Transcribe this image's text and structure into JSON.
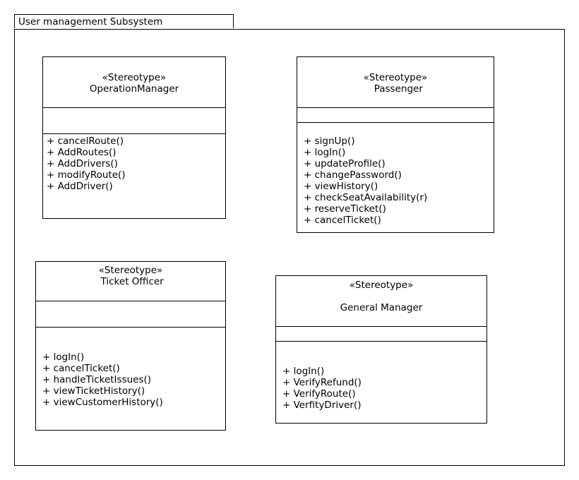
{
  "package": {
    "title": "User management Subsystem"
  },
  "classes": [
    {
      "stereotype": "«Stereotype»",
      "name": "OperationManager",
      "operations": [
        "+ cancelRoute()",
        "+ AddRoutes()",
        "+ AddDrivers()",
        "+ modifyRoute()",
        "+ AddDriver()"
      ]
    },
    {
      "stereotype": "«Stereotype»",
      "name": "  Passenger",
      "operations": [
        "+ signUp()",
        "+ logIn()",
        "+ updateProfile()",
        "+ changePassword()",
        "+ viewHistory()",
        "+ checkSeatAvailability(r)",
        "+ reserveTicket()",
        "+ cancelTicket()"
      ]
    },
    {
      "stereotype": "«Stereotype»",
      "name": " Ticket Officer",
      "operations": [
        "+ logIn()",
        "+ cancelTicket()",
        "+ handleTicketIssues()",
        "+ viewTicketHistory()",
        "+ viewCustomerHistory()"
      ]
    },
    {
      "stereotype": "«Stereotype»",
      "name": "General Manager",
      "operations": [
        "+ logIn()",
        "+ VerifyRefund()",
        "+ VerifyRoute()",
        "+ VerfityDriver()"
      ]
    }
  ]
}
